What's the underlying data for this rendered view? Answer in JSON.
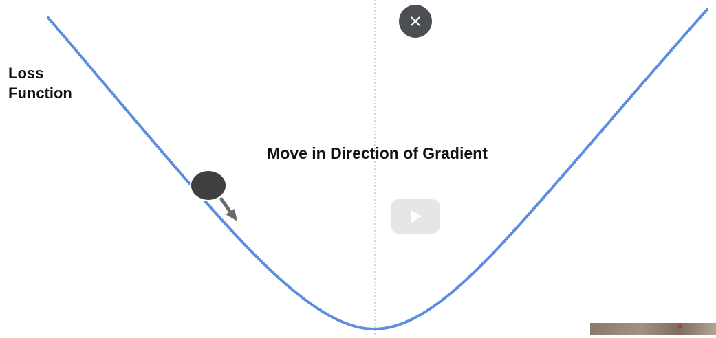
{
  "figure": {
    "y_label_lines": [
      "Loss",
      "Function"
    ],
    "caption": "Move in Direction of Gradient"
  },
  "colors": {
    "curve": "#5b8ee0",
    "ball": "#3f3f3f",
    "arrow": "#6a6a6a",
    "divider": "#c8c8c8"
  },
  "player": {
    "close_icon": "close-icon",
    "play_icon": "play-icon",
    "thumbnail": "video-thumbnail"
  }
}
